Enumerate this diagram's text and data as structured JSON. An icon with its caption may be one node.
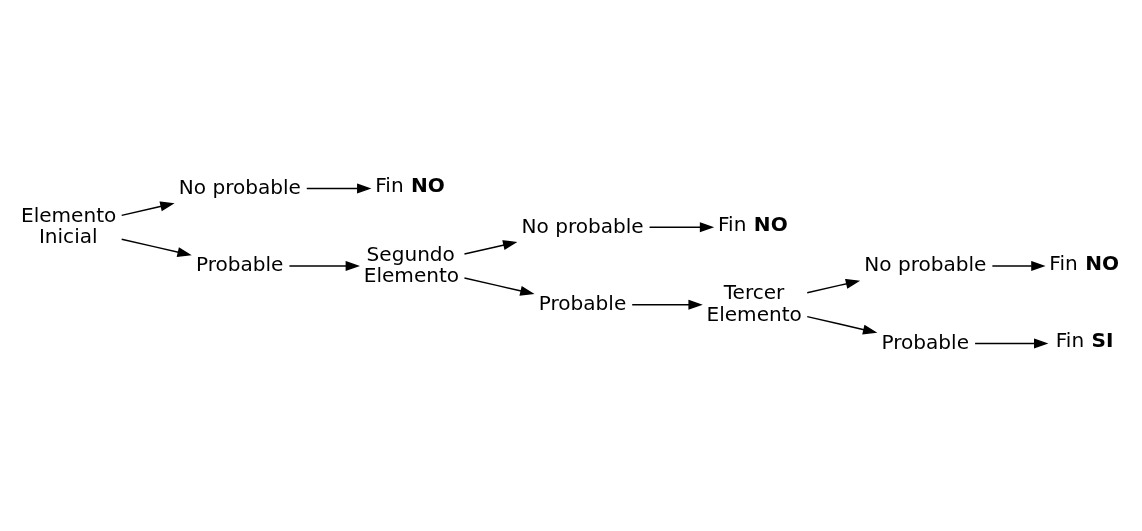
{
  "diagram": {
    "nodes": [
      {
        "text": [
          "Elemento Inicial"
        ]
      },
      {
        "text": [
          "No probable"
        ]
      },
      {
        "text": [
          "Fin **NO**"
        ]
      },
      {
        "text": [
          "Probable"
        ]
      },
      {
        "text": [
          "Segundo Elemento"
        ]
      },
      {
        "text": [
          "No probable"
        ]
      },
      {
        "text": [
          "Fin **NO**"
        ]
      },
      {
        "text": [
          "Probable"
        ]
      },
      {
        "text": [
          "Tercer Elemento"
        ]
      },
      {
        "text": [
          "No probable"
        ]
      },
      {
        "text": [
          "Fin **NO**"
        ]
      },
      {
        "text": [
          "Probable"
        ]
      },
      {
        "text": [
          "Fin **SI**"
        ]
      }
    ],
    "edges": [
      {
        "from": 0,
        "to": 1,
        "arrow": "to"
      },
      {
        "from": 0,
        "to": 3,
        "arrow": "to"
      },
      {
        "from": 1,
        "to": 2,
        "arrow": "to"
      },
      {
        "from": 3,
        "to": 4,
        "arrow": "to"
      },
      {
        "from": 4,
        "to": 5,
        "arrow": "to"
      },
      {
        "from": 4,
        "to": 7,
        "arrow": "to"
      },
      {
        "from": 5,
        "to": 6,
        "arrow": "to"
      },
      {
        "from": 7,
        "to": 8,
        "arrow": "to"
      },
      {
        "from": 8,
        "to": 9,
        "arrow": "to"
      },
      {
        "from": 8,
        "to": 11,
        "arrow": "to"
      },
      {
        "from": 9,
        "to": 10,
        "arrow": "to"
      },
      {
        "from": 11,
        "to": 12,
        "arrow": "to"
      }
    ]
  }
}
